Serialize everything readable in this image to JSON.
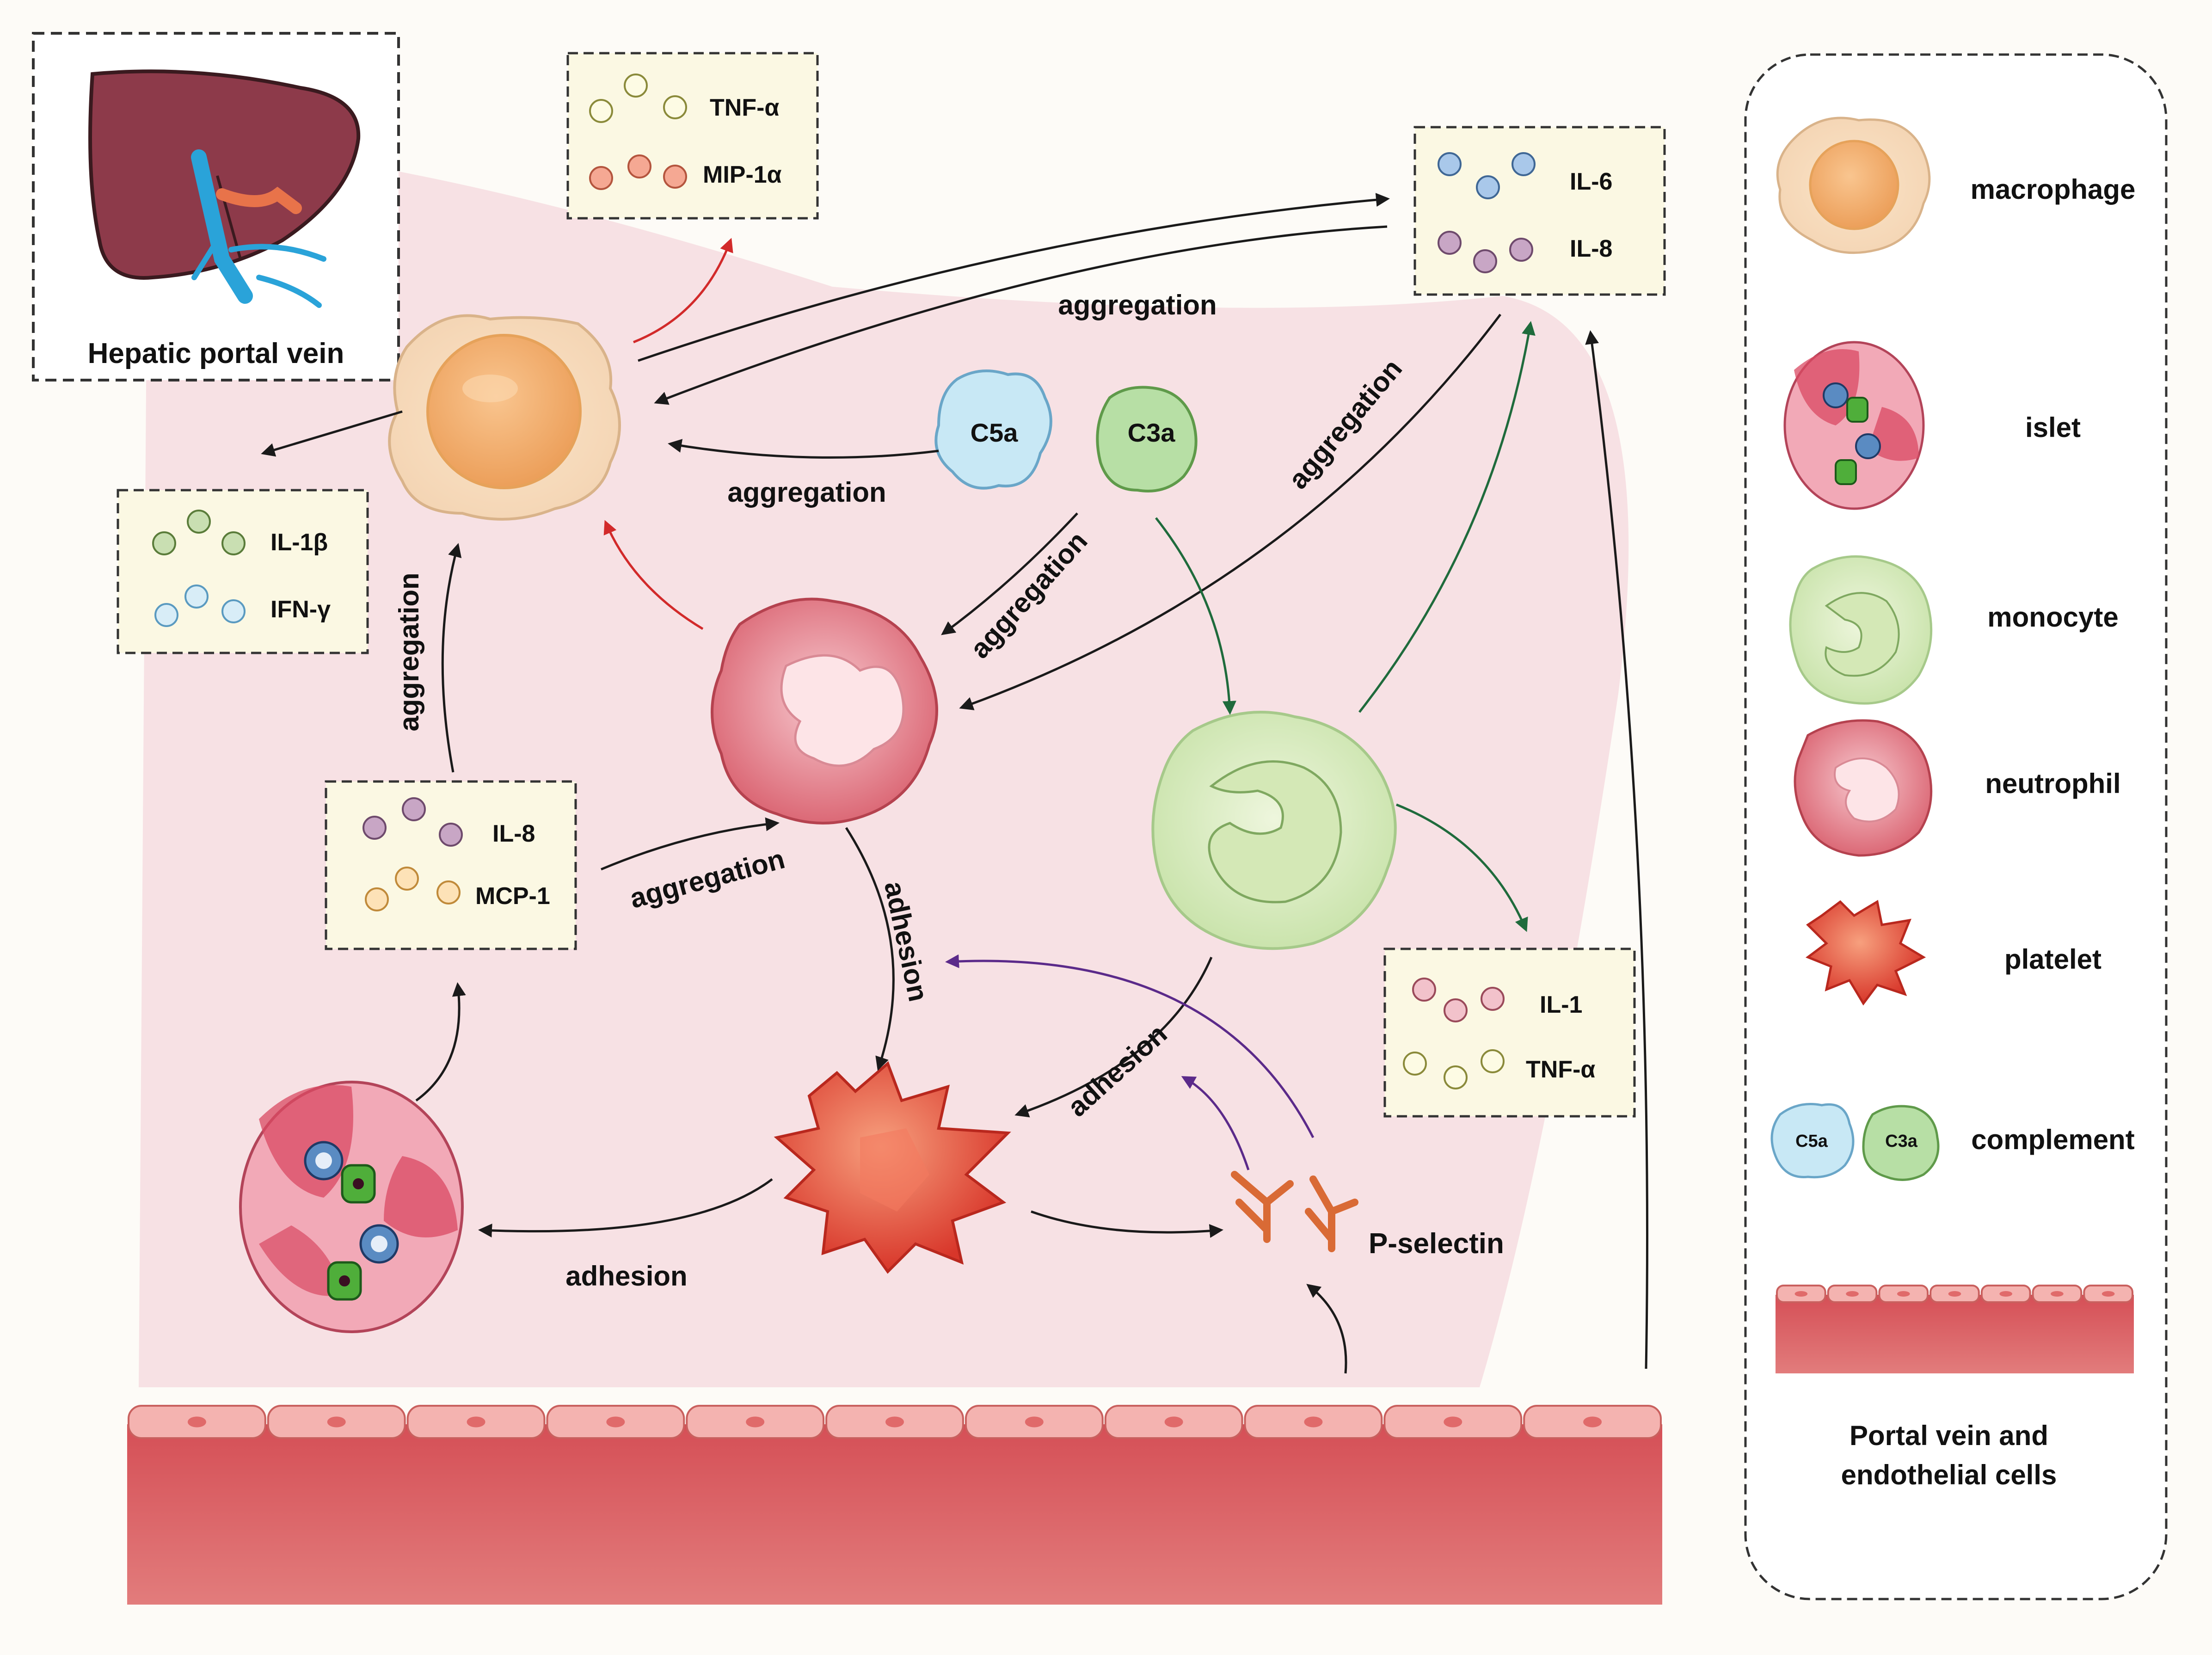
{
  "liver_box": {
    "title": "Hepatic portal vein"
  },
  "cytokines": {
    "top": {
      "a": "TNF-α",
      "b": "MIP-1α"
    },
    "right_top": {
      "a": "IL-6",
      "b": "IL-8"
    },
    "left": {
      "a": "IL-1β",
      "b": "IFN-γ"
    },
    "middle_left": {
      "a": "IL-8",
      "b": "MCP-1"
    },
    "right_bottom": {
      "a": "IL-1",
      "b": "TNF-α"
    }
  },
  "complement": {
    "c5a": "C5a",
    "c3a": "C3a"
  },
  "arrow_labels": {
    "aggregation_top": "aggregation",
    "aggregation_c5a": "aggregation",
    "aggregation_vertical": "aggregation",
    "aggregation_c3a": "aggregation",
    "aggregation_diag": "aggregation",
    "aggregation_il8": "aggregation",
    "adhesion_neutrophil": "adhesion",
    "adhesion_monocyte": "adhesion",
    "adhesion_bottom": "adhesion"
  },
  "p_selectin": "P-selectin",
  "legend": {
    "macrophage": "macrophage",
    "islet": "islet",
    "monocyte": "monocyte",
    "neutrophil": "neutrophil",
    "platelet": "platelet",
    "complement": "complement",
    "c5a": "C5a",
    "c3a": "C3a",
    "portal_vein_line1": "Portal vein and",
    "portal_vein_line2": "endothelial cells"
  },
  "colors": {
    "background_pink": "#f7dfe2",
    "vessel_red": "#d9565d",
    "endothelium": "#f2a3a3",
    "arrow_black": "#1a1a1a",
    "arrow_red": "#d22a2a",
    "arrow_green": "#1f6b3c",
    "arrow_purple": "#5b2a8a",
    "box_fill": "#fbf8e3"
  }
}
